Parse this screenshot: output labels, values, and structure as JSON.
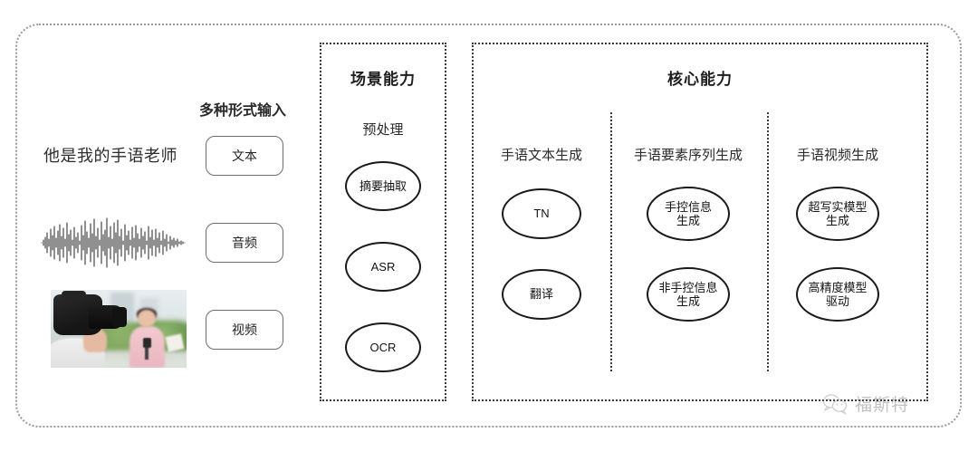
{
  "diagram": {
    "title_visible": false,
    "input_panel": {
      "heading": "多种形式输入",
      "sample_sentence": "他是我的手语老师",
      "modalities": [
        {
          "label": "文本",
          "media": "text-sample"
        },
        {
          "label": "音频",
          "media": "audio-waveform"
        },
        {
          "label": "视频",
          "media": "video-thumbnail"
        }
      ]
    },
    "scene_section": {
      "title": "场景能力",
      "columns": [
        {
          "header": "预处理",
          "nodes": [
            "摘要抽取",
            "ASR",
            "OCR"
          ]
        }
      ]
    },
    "core_section": {
      "title": "核心能力",
      "columns": [
        {
          "header": "手语文本生成",
          "nodes": [
            "TN",
            "翻译"
          ]
        },
        {
          "header": "手语要素序列生成",
          "nodes": [
            "手控信息\n生成",
            "非手控信息\n生成"
          ]
        },
        {
          "header": "手语视频生成",
          "nodes": [
            "超写实模型\n生成",
            "高精度模型\n驱动"
          ]
        }
      ]
    },
    "watermark": {
      "icon": "wechat-icon",
      "text": "福斯特"
    },
    "colors": {
      "outline": "#1a1a1a",
      "dashed_border": "#3b3b3b",
      "frame_border": "#9a9a9a",
      "text": "#2a2a2a",
      "background": "#ffffff"
    }
  }
}
